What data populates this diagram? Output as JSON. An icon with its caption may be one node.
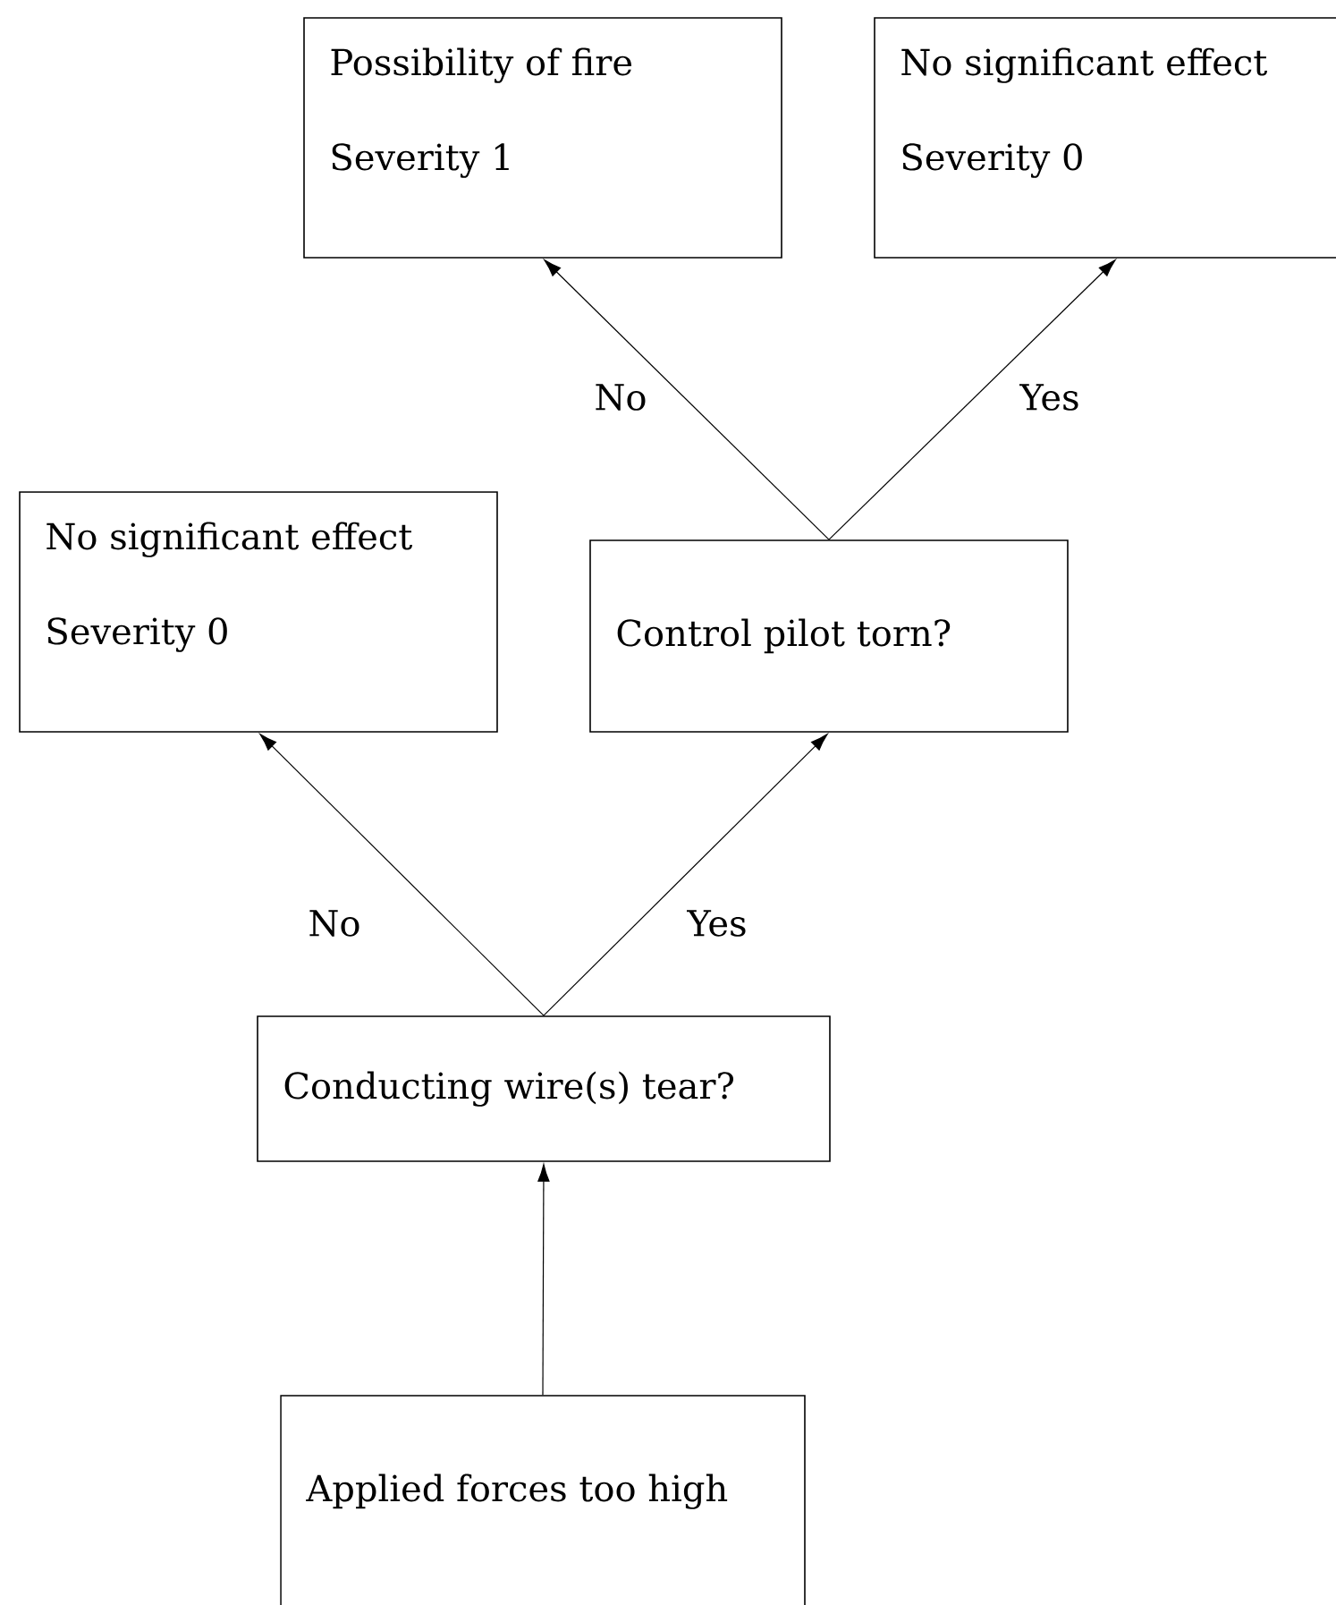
{
  "diagram": {
    "nodes": [
      {
        "text": [
          "Possibility of fire",
          "Severity 1"
        ]
      },
      {
        "text": [
          "No significant effect",
          "Severity 0"
        ]
      },
      {
        "text": [
          "No significant effect",
          "Severity 0"
        ]
      },
      {
        "text": [
          "Control pilot torn?"
        ]
      },
      {
        "text": [
          "Conducting wire(s) tear?"
        ]
      },
      {
        "text": [
          "Applied forces too high"
        ]
      }
    ],
    "edges": [
      {
        "from": 3,
        "to": 0,
        "arrow": "to",
        "label": "No"
      },
      {
        "from": 3,
        "to": 1,
        "arrow": "to",
        "label": "Yes"
      },
      {
        "from": 4,
        "to": 2,
        "arrow": "to",
        "label": "No"
      },
      {
        "from": 4,
        "to": 3,
        "arrow": "to",
        "label": "Yes"
      },
      {
        "from": 5,
        "to": 4,
        "arrow": "to"
      }
    ]
  }
}
